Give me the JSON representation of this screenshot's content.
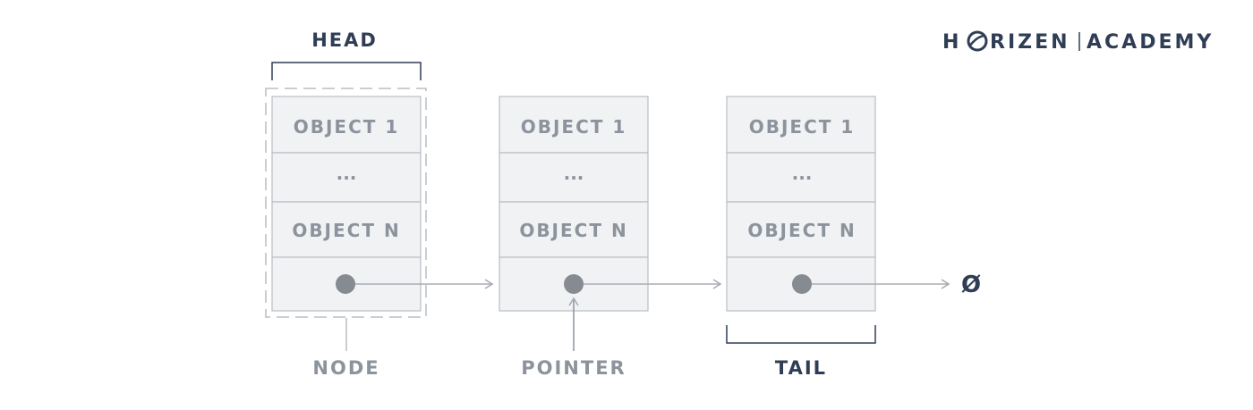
{
  "brand": {
    "left": "H",
    "mid": "RIZEN",
    "right": "ACADEMY"
  },
  "labels": {
    "head": "HEAD",
    "node": "NODE",
    "pointer": "POINTER",
    "tail": "TAIL",
    "null": "Ø"
  },
  "nodes": [
    {
      "cells": [
        "OBJECT 1",
        "...",
        "OBJECT N"
      ]
    },
    {
      "cells": [
        "OBJECT 1",
        "...",
        "OBJECT N"
      ]
    },
    {
      "cells": [
        "OBJECT 1",
        "...",
        "OBJECT N"
      ]
    }
  ],
  "colors": {
    "cell_fill": "#f1f2f4",
    "cell_border": "#b9bdc4",
    "dot": "#868b92",
    "arrow": "#a9adb3",
    "label_dark": "#2f3e55",
    "label_grey": "#8c939d"
  }
}
